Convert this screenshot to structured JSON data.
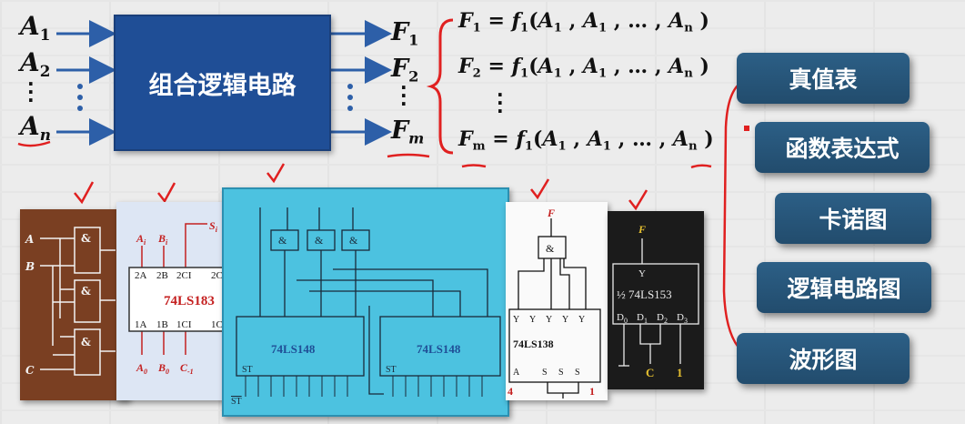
{
  "inputs": [
    "A",
    "A",
    "A"
  ],
  "input_subs": [
    "1",
    "2",
    "n"
  ],
  "outputs": [
    "F",
    "F",
    "F"
  ],
  "output_subs": [
    "1",
    "2",
    "m"
  ],
  "box_label": "组合逻辑电路",
  "formulas": {
    "f1": {
      "lhs": "F",
      "lhs_sub": "1",
      "fn": "f",
      "fn_sub": "1"
    },
    "f2": {
      "lhs": "F",
      "lhs_sub": "2",
      "fn": "f",
      "fn_sub": "1"
    },
    "fm": {
      "lhs": "F",
      "lhs_sub": "m",
      "fn": "f",
      "fn_sub": "1"
    },
    "arg_var": "A",
    "arg_sub": "1",
    "last_sub": "n",
    "ellipsis": "…"
  },
  "side_buttons": [
    "真值表",
    "函数表达式",
    "卡诺图",
    "逻辑电路图",
    "波形图"
  ],
  "cards": {
    "gates": {
      "in_a": "A",
      "in_b": "B",
      "in_c": "C",
      "gate_sym": "&"
    },
    "adder": {
      "chip": "74LS183",
      "top_pins": [
        "2A",
        "2B",
        "2CI",
        "2C"
      ],
      "bottom_pins": [
        "1A",
        "1B",
        "1CI",
        "1C"
      ],
      "a_label": "A",
      "a_sub": "i",
      "b_label": "B",
      "b_sub": "i",
      "s_label": "S",
      "s_sub": "i",
      "a0": "A",
      "a0_sub": "0",
      "b0": "B",
      "b0_sub": "0",
      "c_label": "C",
      "c_sub": "-1"
    },
    "encoder": {
      "chip_left": "74LS148",
      "chip_right": "74LS148",
      "gate_sym": "&",
      "st": "ST",
      "st_bar": "ST"
    },
    "decoder": {
      "chip": "74LS138",
      "out": "F",
      "gate_sym": "&",
      "pins_top": [
        "Y",
        "Y",
        "Y",
        "Y",
        "Y"
      ],
      "pins_bottom": [
        "A",
        "S",
        "S",
        "S"
      ],
      "red_labels": [
        "4",
        "1"
      ]
    },
    "mux": {
      "out": "F",
      "y": "Y",
      "chip": "½  74LS153",
      "pins": [
        "D",
        "D",
        "D",
        "D"
      ],
      "pin_subs": [
        "0",
        "1",
        "2",
        "3"
      ],
      "c": "C",
      "one": "1"
    }
  },
  "colors": {
    "box": "#1f4e96",
    "arrow": "#2d5fa8",
    "button": "#255276",
    "annotation": "#e02020",
    "encoder_bg": "#4cc2e0",
    "gate_card_bg": "#7a3f22",
    "mux_bg": "#1b1b1b"
  }
}
